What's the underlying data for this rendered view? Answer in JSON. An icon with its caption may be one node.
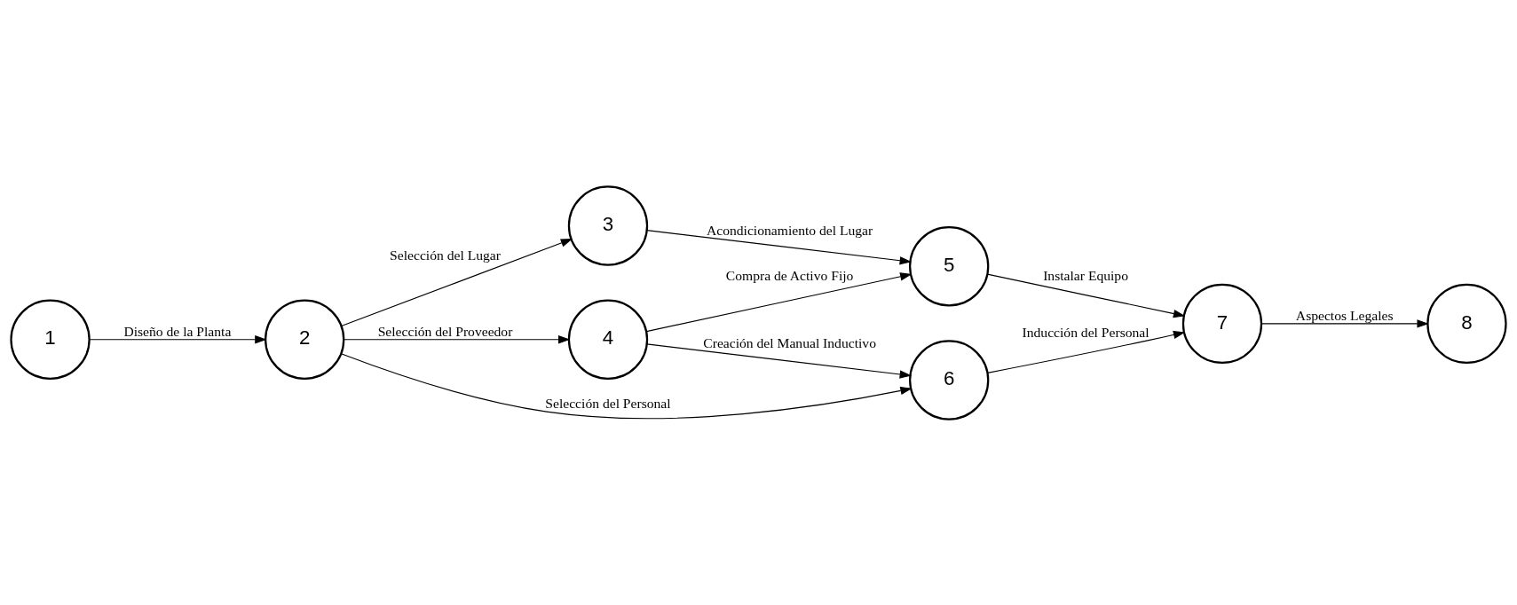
{
  "diagram": {
    "nodes": [
      {
        "text": [
          "1"
        ]
      },
      {
        "text": [
          "2"
        ]
      },
      {
        "text": [
          "3"
        ]
      },
      {
        "text": [
          "4"
        ]
      },
      {
        "text": [
          "5"
        ]
      },
      {
        "text": [
          "6"
        ]
      },
      {
        "text": [
          "7"
        ]
      },
      {
        "text": [
          "8"
        ]
      }
    ],
    "edges": [
      {
        "from": 0,
        "to": 1,
        "arrow": "to",
        "label": "Diseño de la Planta"
      },
      {
        "from": 1,
        "to": 2,
        "arrow": "to",
        "label": "Selección del Lugar"
      },
      {
        "from": 1,
        "to": 3,
        "arrow": "to",
        "label": "Selección del Proveedor"
      },
      {
        "from": 1,
        "to": 5,
        "arrow": "to",
        "label": "Selección del Personal"
      },
      {
        "from": 2,
        "to": 4,
        "arrow": "to",
        "label": "Acondicionamiento del Lugar"
      },
      {
        "from": 3,
        "to": 4,
        "arrow": "to",
        "label": "Compra de Activo Fijo"
      },
      {
        "from": 3,
        "to": 5,
        "arrow": "to",
        "label": "Creación del Manual Inductivo"
      },
      {
        "from": 4,
        "to": 6,
        "arrow": "to",
        "label": "Instalar Equipo"
      },
      {
        "from": 5,
        "to": 6,
        "arrow": "to",
        "label": "Inducción del Personal"
      },
      {
        "from": 6,
        "to": 7,
        "arrow": "to",
        "label": "Aspectos Legales"
      }
    ]
  }
}
